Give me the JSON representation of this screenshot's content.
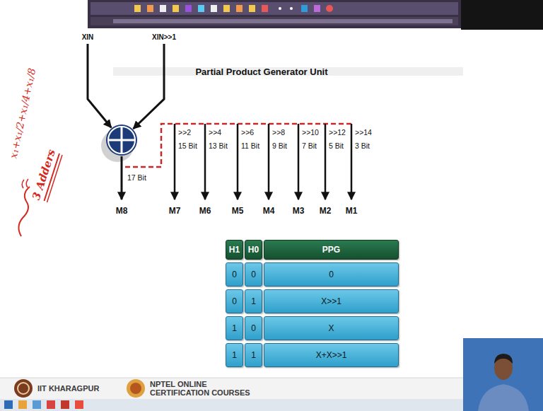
{
  "diagram": {
    "title": "Partial Product Generator Unit",
    "labels": [
      "XIN",
      "XIN>>1",
      "x₁+x₁/2+x₁/4+x₁/8",
      "3 Adders",
      "17 Bit",
      "M8",
      ">>2",
      "15 Bit",
      ">>4",
      "13 Bit",
      ">>6",
      "11 Bit",
      ">>8",
      "9 Bit",
      ">>10",
      "7 Bit",
      ">>12",
      "5 Bit",
      ">>14",
      "3 Bit",
      "M7",
      "M6",
      "M5",
      "M4",
      "M3",
      "M2",
      "M1",
      "H1",
      "H0",
      "PPG",
      "0",
      "0",
      "0",
      "0",
      "1",
      "X>>1",
      "1",
      "0",
      "X",
      "1",
      "1",
      "X+X>>1",
      "IIT KHARAGPUR",
      "NPTEL ONLINE CERTIFICATION COURSES"
    ]
  }
}
